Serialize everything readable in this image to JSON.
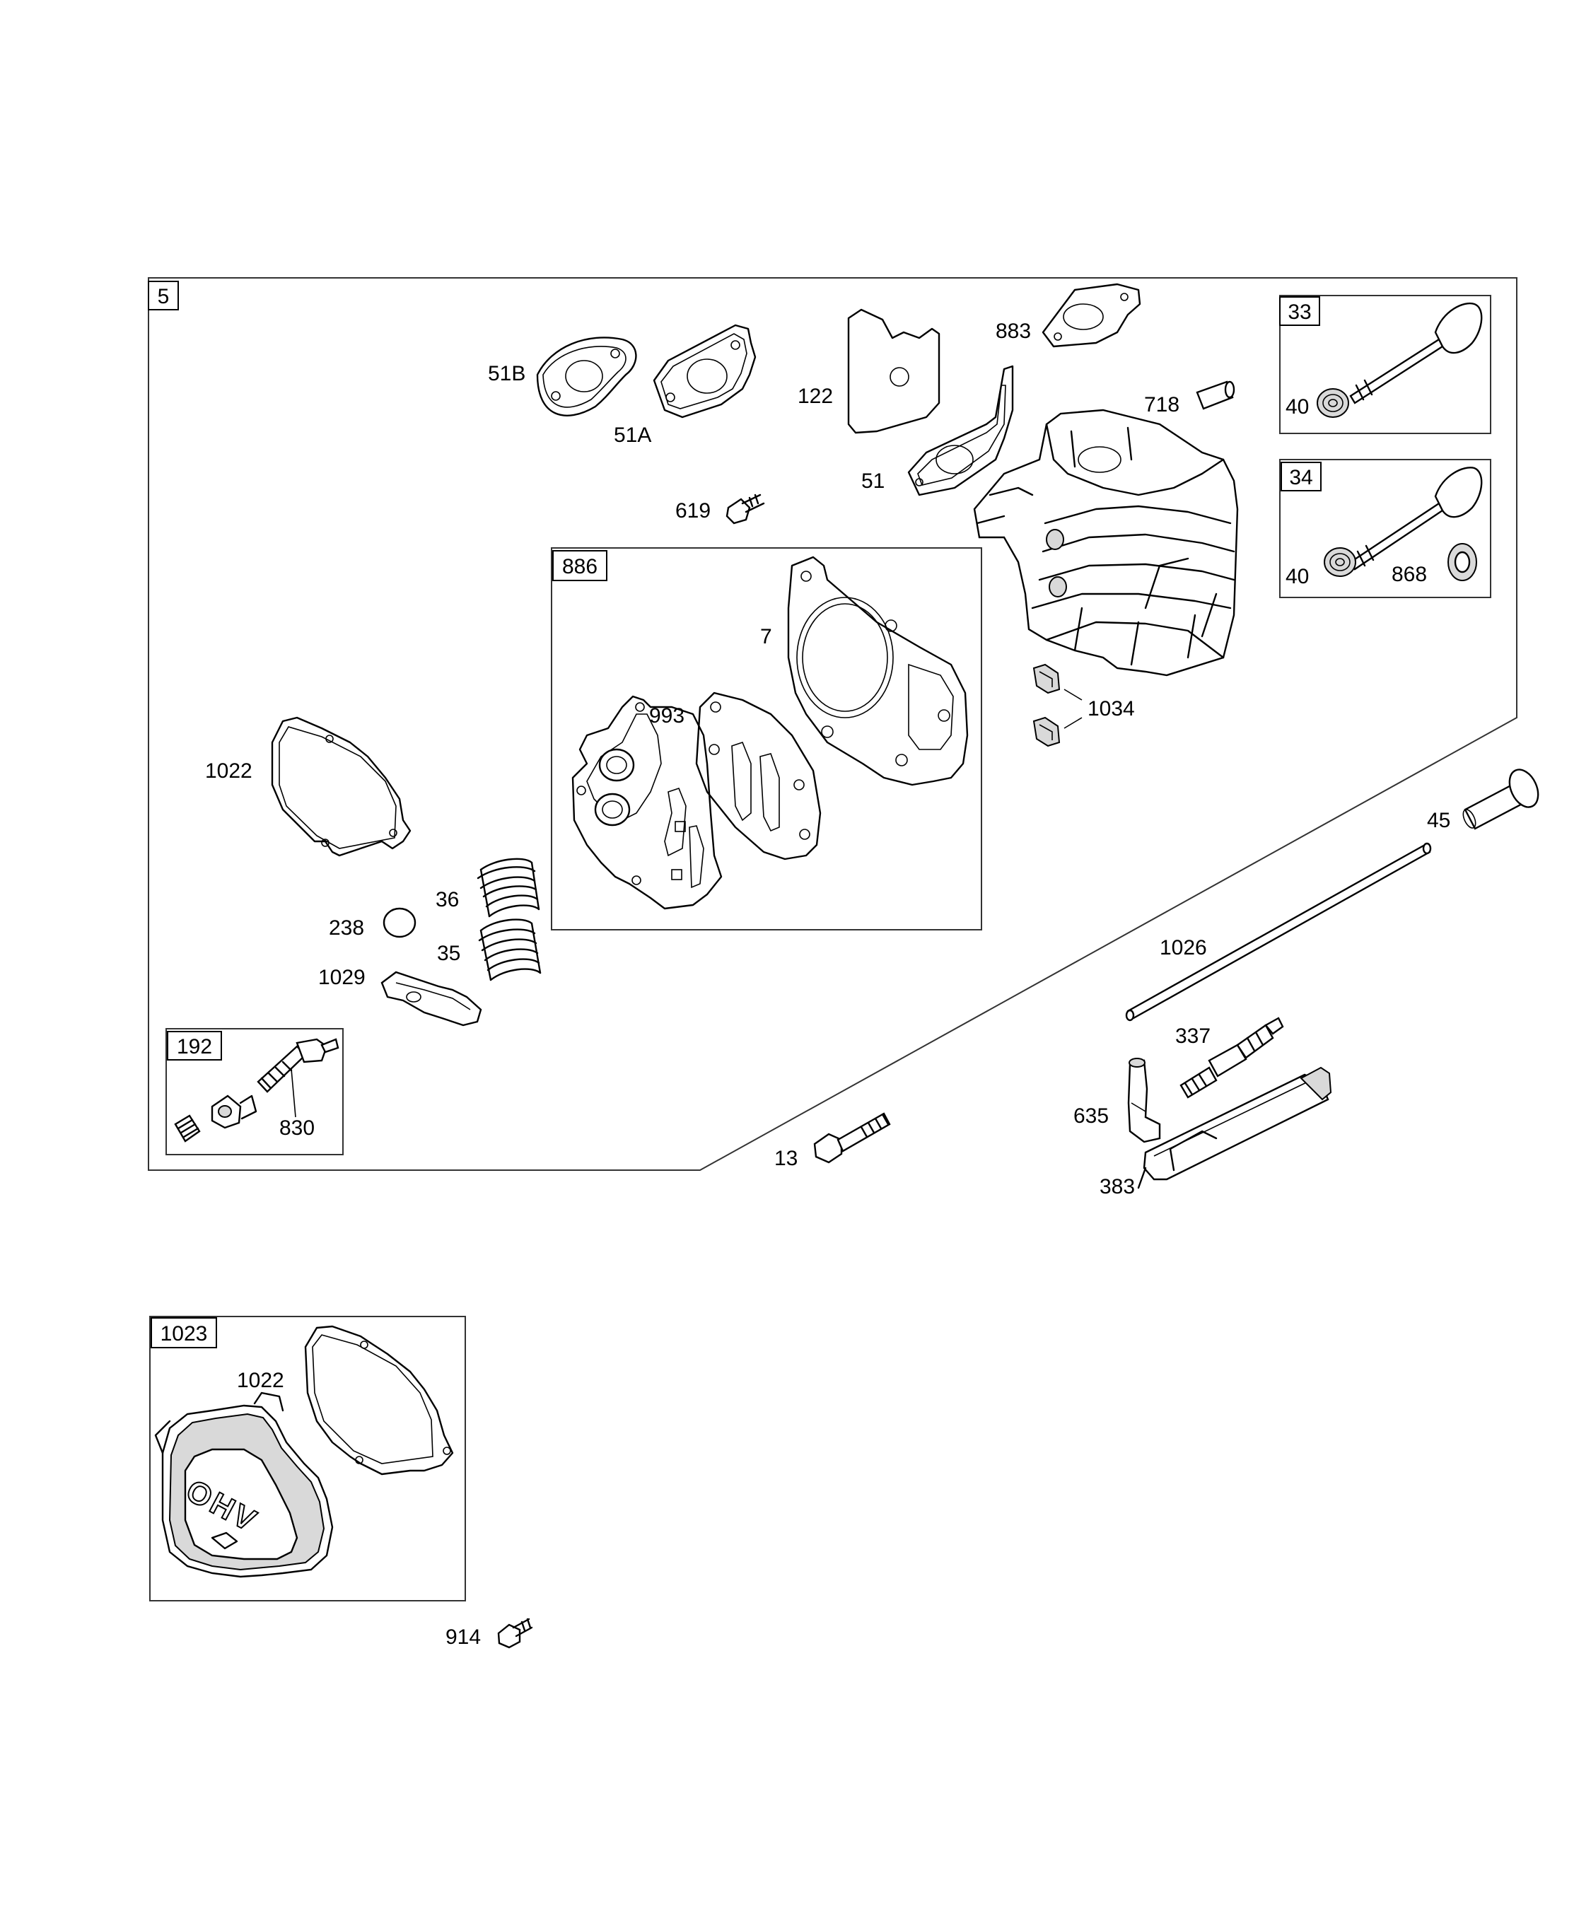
{
  "labels": {
    "kit_5": "5",
    "kit_33": "33",
    "kit_34": "34",
    "kit_886": "886",
    "kit_192": "192",
    "kit_1023": "1023",
    "p51b": "51B",
    "p51a": "51A",
    "p122": "122",
    "p883": "883",
    "p718": "718",
    "p51": "51",
    "p619": "619",
    "p40a": "40",
    "p40b": "40",
    "p868": "868",
    "p7": "7",
    "p993": "993",
    "p1034": "1034",
    "p1022a": "1022",
    "p45": "45",
    "p36": "36",
    "p238": "238",
    "p35": "35",
    "p1029": "1029",
    "p1026": "1026",
    "p830": "830",
    "p337": "337",
    "p635": "635",
    "p13": "13",
    "p383": "383",
    "p1022b": "1022",
    "p914": "914",
    "ohv": "OHV"
  },
  "colors": {
    "line": "#000000",
    "background": "#ffffff",
    "part_shade": "#d9d9d9"
  }
}
